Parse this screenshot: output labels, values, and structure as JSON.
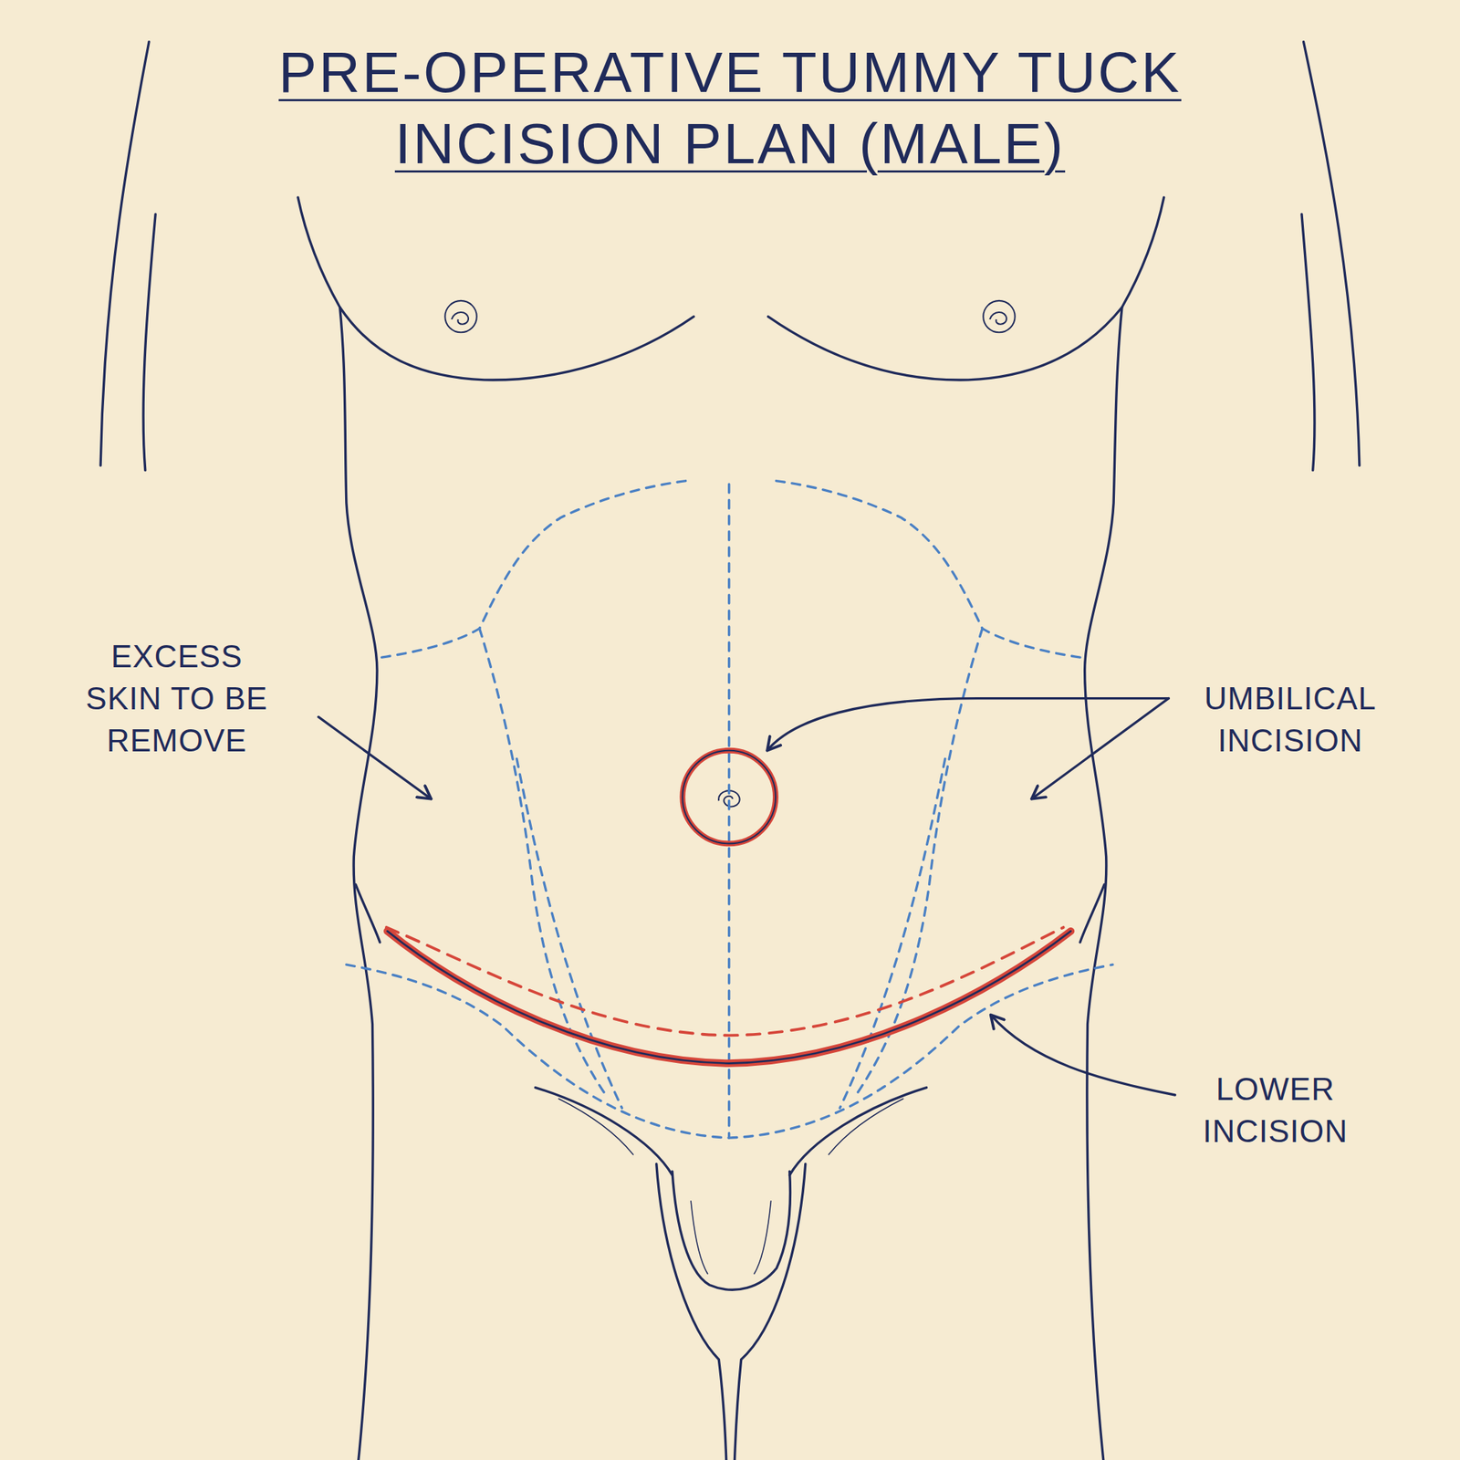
{
  "diagram": {
    "title": "PRE-OPERATIVE TUMMY TUCK INCISION PLAN (MALE)",
    "labels": [
      "EXCESS SKIN TO BE REMOVE",
      "UMBILICAL INCISION",
      "LOWER INCISION"
    ]
  }
}
